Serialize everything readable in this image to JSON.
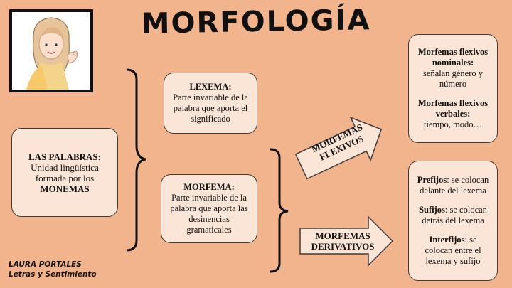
{
  "title": "MORFOLOGÍA",
  "palabras": {
    "head": "LAS PALABRAS:",
    "line1": "Unidad lingüística formada por los",
    "strong": "MONEMAS"
  },
  "lexema": {
    "head": "LEXEMA:",
    "text": "Parte invariable de la palabra que aporta el significado"
  },
  "morfema": {
    "head": "MORFEMA:",
    "text": "Parte invariable de la palabra que aporta las desinencias gramaticales"
  },
  "arrows": {
    "flexivos": "MORFEMAS FLEXIVOS",
    "derivativos": "MORFEMAS DERIVATIVOS"
  },
  "flexivos_box": {
    "nominales_head": "Morfemas flexivos nominales:",
    "nominales_text": "señalan género y número",
    "verbales_head": "Morfemas flexivos verbales:",
    "verbales_text": "tiempo, modo…"
  },
  "derivativos_box": {
    "prefijos_head": "Prefijos",
    "prefijos_text": ": se colocan delante del lexema",
    "sufijos_head": "Sufijos",
    "sufijos_text": ": se colocan detrás del lexema",
    "interfijos_head": "Interfijos",
    "interfijos_text": ": se colocan entre el lexema y sufijo"
  },
  "signature": {
    "line1": "LAURA PORTALES",
    "line2": "Letras y Sentimiento"
  },
  "colors": {
    "background": "#f2b48c",
    "box_fill": "#fbe5d6",
    "line": "#111111"
  }
}
